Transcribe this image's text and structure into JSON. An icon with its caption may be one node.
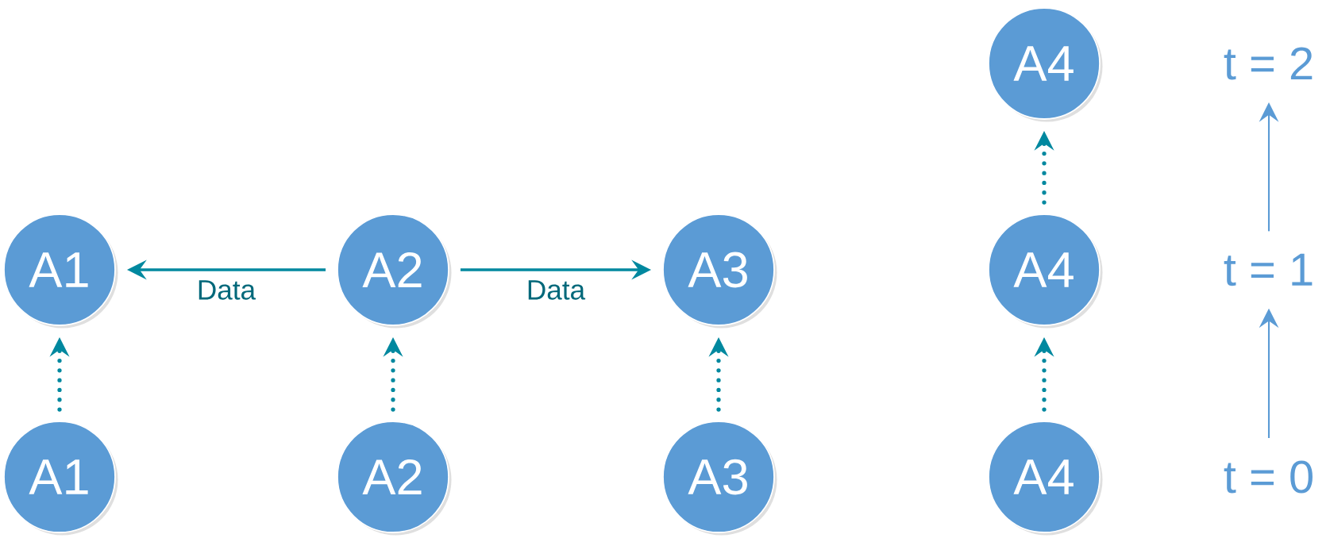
{
  "diagram": {
    "nodes": [
      {
        "text": [
          "A4"
        ]
      },
      {
        "text": [
          "t = 2"
        ]
      },
      {
        "text": [
          "A1"
        ]
      },
      {
        "text": [
          "A2"
        ]
      },
      {
        "text": [
          "A3"
        ]
      },
      {
        "text": [
          "A4"
        ]
      },
      {
        "text": [
          "t = 1"
        ]
      },
      {
        "text": [
          "A1"
        ]
      },
      {
        "text": [
          "A2"
        ]
      },
      {
        "text": [
          "A3"
        ]
      },
      {
        "text": [
          "A4"
        ]
      },
      {
        "text": [
          "t = 0"
        ]
      }
    ],
    "edges": [
      {
        "from": 3,
        "to": 2,
        "arrow": "to",
        "label": "Data"
      },
      {
        "from": 3,
        "to": 4,
        "arrow": "to",
        "label": "Data"
      },
      {
        "from": 7,
        "to": 2,
        "arrow": "to",
        "style": "dashed"
      },
      {
        "from": 8,
        "to": 3,
        "arrow": "to",
        "style": "dashed"
      },
      {
        "from": 9,
        "to": 4,
        "arrow": "to",
        "style": "dashed"
      },
      {
        "from": 10,
        "to": 5,
        "arrow": "to",
        "style": "dashed"
      },
      {
        "from": 5,
        "to": 0,
        "arrow": "to",
        "style": "dashed"
      },
      {
        "from": 11,
        "to": 6,
        "arrow": "to",
        "color": "#5b9bd5"
      },
      {
        "from": 6,
        "to": 1,
        "arrow": "to",
        "color": "#5b9bd5"
      }
    ]
  }
}
